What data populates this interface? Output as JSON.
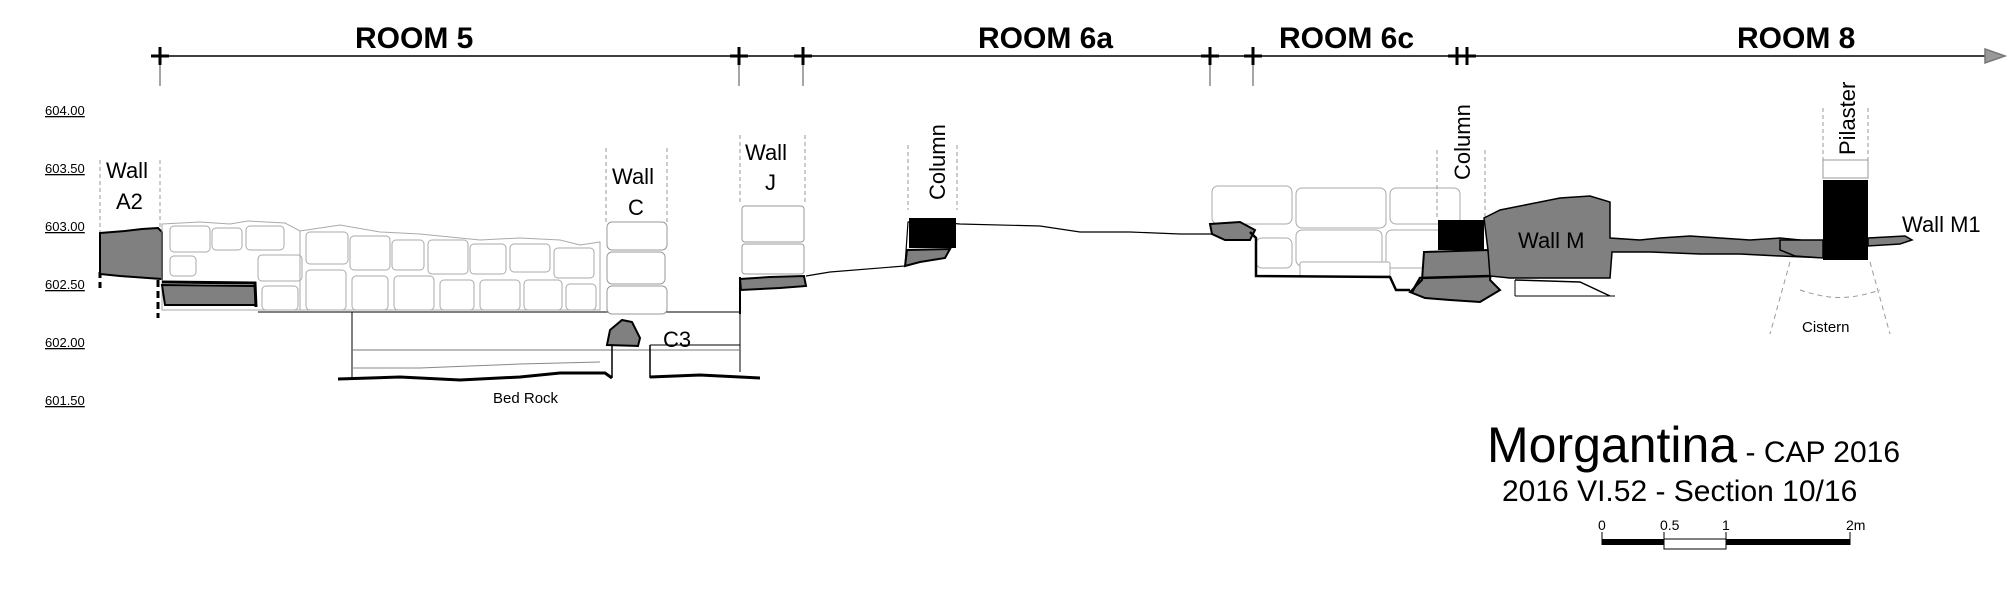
{
  "rooms": [
    {
      "label": "ROOM 5"
    },
    {
      "label": "ROOM 6a"
    },
    {
      "label": "ROOM 6c"
    },
    {
      "label": "ROOM 8"
    }
  ],
  "elevations": [
    "604.00",
    "603.50",
    "603.00",
    "602.50",
    "602.00",
    "601.50"
  ],
  "labels": {
    "wall_a2_1": "Wall",
    "wall_a2_2": "A2",
    "wall_c_1": "Wall",
    "wall_c_2": "C",
    "wall_j_1": "Wall",
    "wall_j_2": "J",
    "column_1": "Column",
    "column_2": "Column",
    "pilaster": "Pilaster",
    "wall_m": "Wall M",
    "wall_m1": "Wall M1",
    "c3": "C3",
    "bed_rock": "Bed Rock",
    "cistern": "Cistern"
  },
  "title": {
    "site": "Morgantina",
    "project": " - CAP 2016",
    "section": "2016 VI.52 - Section 10/16"
  },
  "scale_bar": {
    "labels": [
      "0",
      "0.5",
      "1",
      "2m"
    ]
  },
  "colors": {
    "ink": "#000000",
    "wall_fill": "#808080",
    "stone_outline": "#999999"
  }
}
